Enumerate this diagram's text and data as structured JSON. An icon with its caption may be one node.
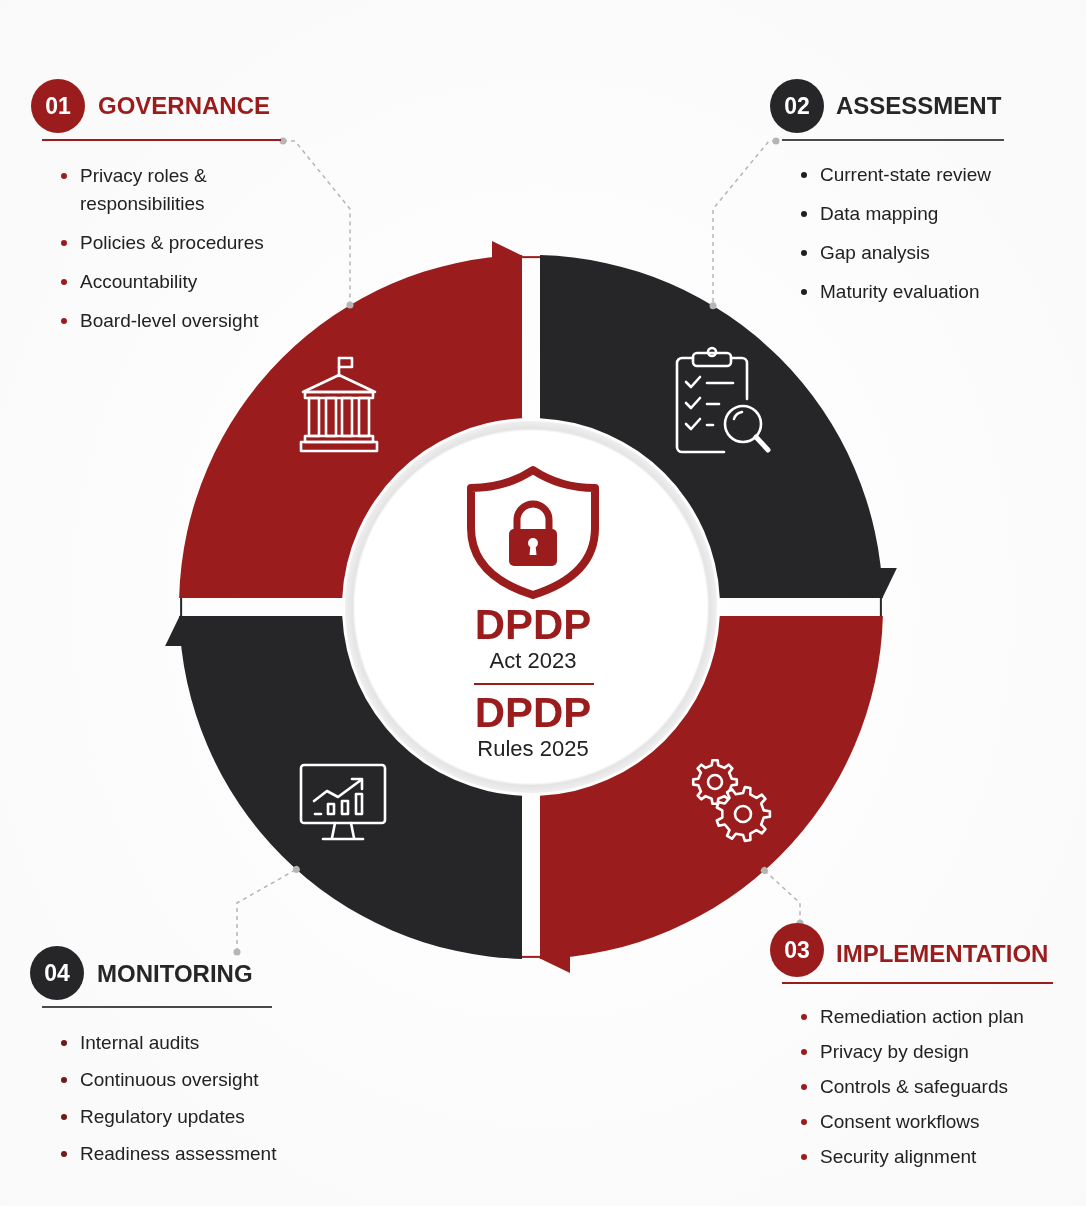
{
  "diagram": {
    "nodes": [
      {
        "text": [
          "01"
        ]
      },
      {
        "text": [
          "GOVERNANCE",
          "Privacy roles & responsibilities",
          "Policies & procedures",
          "Accountability",
          "Board-level oversight"
        ]
      },
      {
        "text": [
          "02"
        ]
      },
      {
        "text": [
          "ASSESSMENT",
          "Current-state review",
          "Data mapping",
          "Gap analysis",
          "Maturity evaluation"
        ]
      },
      {
        "text": [],
        "shape": "arc"
      },
      {
        "text": [],
        "shape": "arc"
      },
      {
        "text": [
          "DPDP",
          "Act 2023",
          "DPDP",
          "Rules 2025"
        ]
      },
      {
        "text": [],
        "shape": "arc"
      },
      {
        "text": [],
        "shape": "arc"
      },
      {
        "text": [
          "04"
        ]
      },
      {
        "text": [
          "MONITORING",
          "Internal audits",
          "Continuous oversight",
          "Regulatory updates",
          "Readiness assessment"
        ]
      },
      {
        "text": [
          "03"
        ]
      },
      {
        "text": [
          "IMPLEMENTATION",
          "Remediation action plan",
          "Privacy by design",
          "Controls & safeguards",
          "Consent workflows",
          "Security alignment"
        ]
      }
    ],
    "edges": [
      {
        "from": 1,
        "to": 4,
        "arrow": "other",
        "style": "dashed"
      },
      {
        "from": 3,
        "to": 5,
        "arrow": "other",
        "style": "dashed"
      },
      {
        "from": 4,
        "to": 5,
        "arrow": "to",
        "color": "#9b1c1c"
      },
      {
        "from": 5,
        "to": 8,
        "arrow": "to",
        "color": "#262527"
      },
      {
        "from": 8,
        "to": 7,
        "arrow": "to",
        "color": "#9b1c1c"
      },
      {
        "from": 7,
        "to": 4,
        "arrow": "to",
        "color": "#262527"
      },
      {
        "from": 10,
        "to": 7,
        "arrow": "other",
        "style": "dashed"
      },
      {
        "from": 11,
        "to": 8,
        "arrow": "other",
        "style": "dashed"
      }
    ]
  }
}
